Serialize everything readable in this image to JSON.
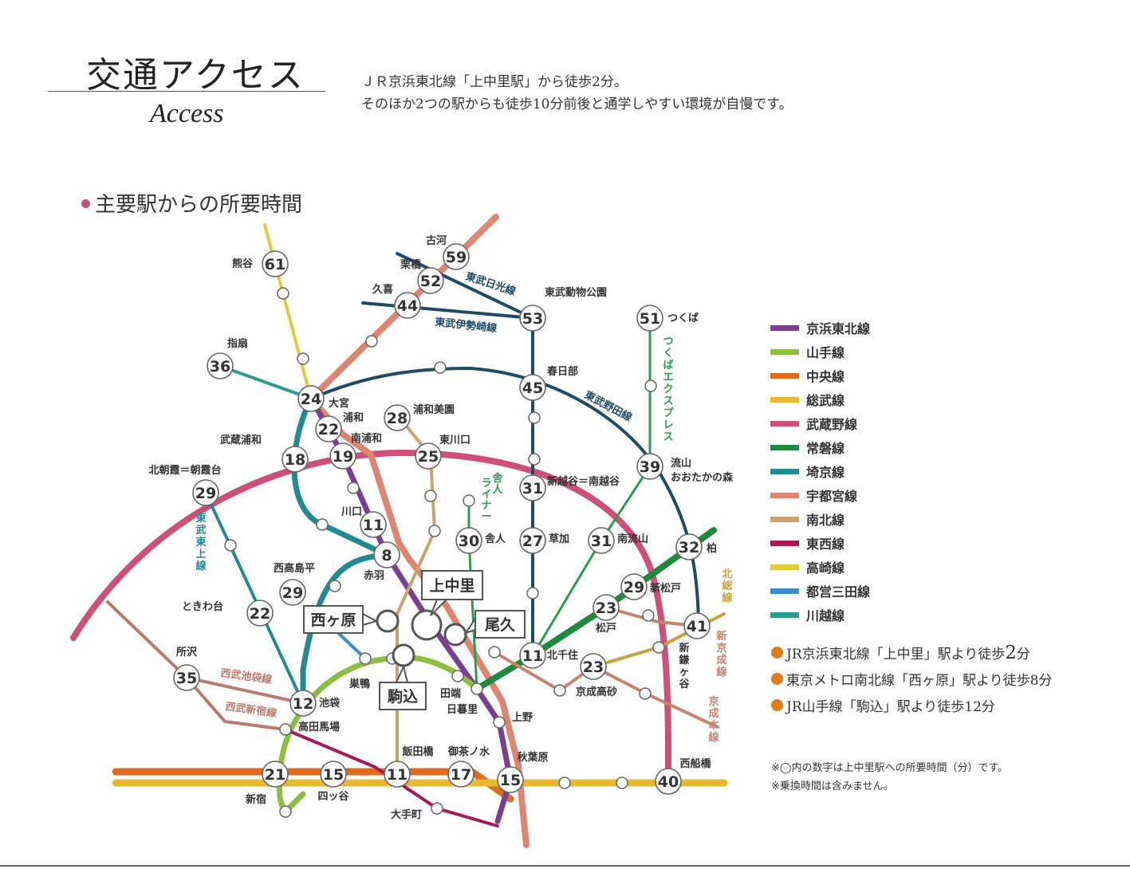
{
  "header": {
    "title": "交通アクセス",
    "subtitle": "Access",
    "lead_line1": "ＪＲ京浜東北線「上中里駅」から徒歩2分。",
    "lead_line2": "そのほか2つの駅からも徒歩10分前後と通学しやすい環境が自慢です。"
  },
  "section": {
    "heading": "主要駅からの所要時間"
  },
  "colors": {
    "keihin": "#7b3f91",
    "yamanote": "#8cbf3f",
    "chuo": "#e06a1e",
    "sobu": "#e8b92e",
    "musashino": "#cf4f7b",
    "joban": "#1e8a3c",
    "saikyo": "#218a93",
    "utsunomiya": "#df8470",
    "nanboku": "#c9a36f",
    "tozai": "#a3195b",
    "takasaki": "#e2cb3a",
    "mita": "#3a8fc9",
    "kawagoe": "#2a9a93",
    "tobu": "#1d4b66",
    "tsukuba": "#2a9c4c",
    "seibu": "#b77b6f",
    "keisei": "#c6836e",
    "hokuso": "#c9a03a"
  },
  "legend": [
    {
      "label": "京浜東北線",
      "color": "#7b3f91"
    },
    {
      "label": "山手線",
      "color": "#8cbf3f"
    },
    {
      "label": "中央線",
      "color": "#e06a1e"
    },
    {
      "label": "総武線",
      "color": "#e8b92e"
    },
    {
      "label": "武蔵野線",
      "color": "#cf4f7b"
    },
    {
      "label": "常磐線",
      "color": "#1e8a3c"
    },
    {
      "label": "埼京線",
      "color": "#218a93"
    },
    {
      "label": "宇都宮線",
      "color": "#df8470"
    },
    {
      "label": "南北線",
      "color": "#c9a36f"
    },
    {
      "label": "東西線",
      "color": "#a3195b"
    },
    {
      "label": "高崎線",
      "color": "#e2cb3a"
    },
    {
      "label": "都営三田線",
      "color": "#3a8fc9"
    },
    {
      "label": "川越線",
      "color": "#2a9a93"
    }
  ],
  "walk": [
    {
      "text": "JR京浜東北線「上中里」駅より徒歩",
      "minutes": "2",
      "unit": "分"
    },
    {
      "text": "東京メトロ南北線「西ヶ原」駅より徒歩8分",
      "minutes": "",
      "unit": ""
    },
    {
      "text": "JR山手線「駒込」駅より徒歩12分",
      "minutes": "",
      "unit": ""
    }
  ],
  "notes": [
    "※◯内の数字は上中里駅への所要時間（分）です。",
    "※乗換時間は含みません。"
  ],
  "stations": [
    {
      "name": "熊谷",
      "minutes": "61"
    },
    {
      "name": "古河",
      "minutes": "59"
    },
    {
      "name": "栗橋",
      "minutes": "52"
    },
    {
      "name": "久喜",
      "minutes": "44"
    },
    {
      "name": "東武動物公園",
      "minutes": "53"
    },
    {
      "name": "つくば",
      "minutes": "51"
    },
    {
      "name": "指扇",
      "minutes": "36"
    },
    {
      "name": "大宮",
      "minutes": "24"
    },
    {
      "name": "春日部",
      "minutes": "45"
    },
    {
      "name": "浦和",
      "minutes": "22"
    },
    {
      "name": "浦和美園",
      "minutes": "28"
    },
    {
      "name": "武蔵浦和",
      "minutes": "18"
    },
    {
      "name": "南浦和",
      "minutes": "19"
    },
    {
      "name": "東川口",
      "minutes": "25"
    },
    {
      "name": "北朝霞＝朝霞台",
      "minutes": "29"
    },
    {
      "name": "流山おおたかの森",
      "minutes": "39"
    },
    {
      "name": "新越谷＝南越谷",
      "minutes": "31"
    },
    {
      "name": "川口",
      "minutes": "11"
    },
    {
      "name": "舎人",
      "minutes": "30"
    },
    {
      "name": "草加",
      "minutes": "27"
    },
    {
      "name": "南流山",
      "minutes": "31"
    },
    {
      "name": "柏",
      "minutes": "32"
    },
    {
      "name": "赤羽",
      "minutes": "8"
    },
    {
      "name": "西高島平",
      "minutes": "29"
    },
    {
      "name": "新松戸",
      "minutes": "29"
    },
    {
      "name": "ときわ台",
      "minutes": "22"
    },
    {
      "name": "松戸",
      "minutes": "23"
    },
    {
      "name": "新鎌ヶ谷",
      "minutes": "41"
    },
    {
      "name": "所沢",
      "minutes": "35"
    },
    {
      "name": "北千住",
      "minutes": "11"
    },
    {
      "name": "京成高砂",
      "minutes": "23"
    },
    {
      "name": "池袋",
      "minutes": "12"
    },
    {
      "name": "新宿",
      "minutes": "21"
    },
    {
      "name": "四ッ谷",
      "minutes": "15"
    },
    {
      "name": "飯田橋",
      "minutes": "11"
    },
    {
      "name": "御茶ノ水",
      "minutes": "17"
    },
    {
      "name": "秋葉原",
      "minutes": "15"
    },
    {
      "name": "西船橋",
      "minutes": "40"
    }
  ],
  "plain_station_labels": [
    "巣鴨",
    "田端",
    "日暮里",
    "上野",
    "高田馬場",
    "大手町"
  ],
  "line_labels": [
    "東武日光線",
    "東武伊勢崎線",
    "東武野田線",
    "つくばエクスプレス",
    "舎人ライナー",
    "東武東上線",
    "西武池袋線",
    "西武新宿線",
    "北総線",
    "新京成線",
    "京成本線"
  ],
  "highlight_stations": [
    "上中里",
    "西ヶ原",
    "尾久",
    "駒込"
  ]
}
